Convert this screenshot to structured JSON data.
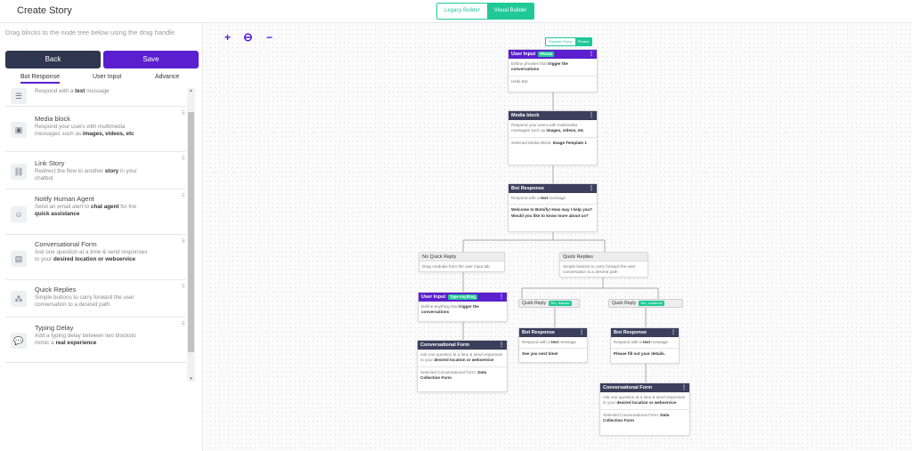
{
  "header": {
    "title": "Create Story",
    "legacy_label": "Legacy Builder",
    "visual_label": "Visual Builder"
  },
  "sidebar": {
    "hint": "Drag blocks to the node tree below using the drag handle",
    "back_label": "Back",
    "save_label": "Save",
    "tabs": [
      {
        "label": "Bot Response"
      },
      {
        "label": "User Input"
      },
      {
        "label": "Advance"
      }
    ],
    "items": [
      {
        "name": "",
        "desc_pre": "Respond with a ",
        "desc_bold": "text",
        "desc_post": " message",
        "icon": "chat-lines-icon"
      },
      {
        "name": "Media block",
        "desc_pre": "Respond your users with multimedia messages such as ",
        "desc_bold": "images, videos, etc",
        "desc_post": "",
        "icon": "media-icon"
      },
      {
        "name": "Link Story",
        "desc_pre": "Redirect the flow to another ",
        "desc_bold": "story",
        "desc_post": " in your chatbot",
        "icon": "link-icon"
      },
      {
        "name": "Notify Human Agent",
        "desc_pre": "Send an email alert to ",
        "desc_bold": "chat agent",
        "desc_post": " for the ",
        "desc_bold2": "quick assistance",
        "icon": "agent-icon"
      },
      {
        "name": "Conversational Form",
        "desc_pre": "Ask one question at a time & send responses to your ",
        "desc_bold": "desired location or webservice",
        "desc_post": "",
        "icon": "form-icon"
      },
      {
        "name": "Quick Replies",
        "desc_pre": "Simple buttons to carry forward the user conversation to a desired path",
        "desc_bold": "",
        "desc_post": "",
        "icon": "quick-replies-icon"
      },
      {
        "name": "Typing Delay",
        "desc_pre": "Add a typing delay between two blocksto mimic a ",
        "desc_bold": "real experience",
        "desc_post": "",
        "icon": "typing-icon"
      }
    ]
  },
  "canvas": {
    "zoom_in": "+",
    "zoom_reset": "⊖",
    "zoom_out": "−",
    "payload_group": "Payload Group",
    "phrase": "Phrase",
    "nodes": {
      "ui1": {
        "title": "User Input",
        "tag": "Phrase",
        "l1": "Define phrases that ",
        "b1": "trigger the conversations",
        "l2": "Hello Bot"
      },
      "mb": {
        "title": "Media block",
        "l1": "Respond your users with multimedia messages such as ",
        "b1": "images, videos, etc",
        "l2": "Selected Media Block: ",
        "b2": "Image Template 1"
      },
      "br1": {
        "title": "Bot Response",
        "l1": "Respond with a ",
        "b1": "text",
        "p1": " message",
        "b2": "Welcome to Botsify! How may I help you? Would you like to know more about us?"
      },
      "nqr": {
        "title": "No Quick Reply",
        "l1": "Drag modules from the user input tab"
      },
      "qr": {
        "title": "Quick Replies",
        "l1": "Simple buttons to carry forward the user conversation to a desired path"
      },
      "ui2": {
        "title": "User Input",
        "tag": "Type Anything",
        "l1": "Define anything that ",
        "b1": "trigger the conversations"
      },
      "qr1": {
        "title": "Quick Reply",
        "tag": "Yes, thanks!"
      },
      "qr2": {
        "title": "Quick Reply",
        "tag": "Yes, continue!"
      },
      "cf1": {
        "title": "Conversational Form",
        "l1": "Ask one question at a time & send responses to your ",
        "b1": "desired location or webservice",
        "l2": "Selected Conversational Form: ",
        "b2": "Data Collection Form"
      },
      "br2": {
        "title": "Bot Response",
        "l1": "Respond with a ",
        "b1": "text",
        "p1": " message",
        "b2": "See you next time!"
      },
      "br3": {
        "title": "Bot Response",
        "l1": "Respond with a ",
        "b1": "text",
        "p1": " message",
        "b2": "Please fill out your details."
      },
      "cf2": {
        "title": "Conversational Form",
        "l1": "Ask one question at a time & send responses to your ",
        "b1": "desired location or webservice",
        "l2": "Selected Conversational Form: ",
        "b2": "Data Collection Form"
      }
    }
  }
}
